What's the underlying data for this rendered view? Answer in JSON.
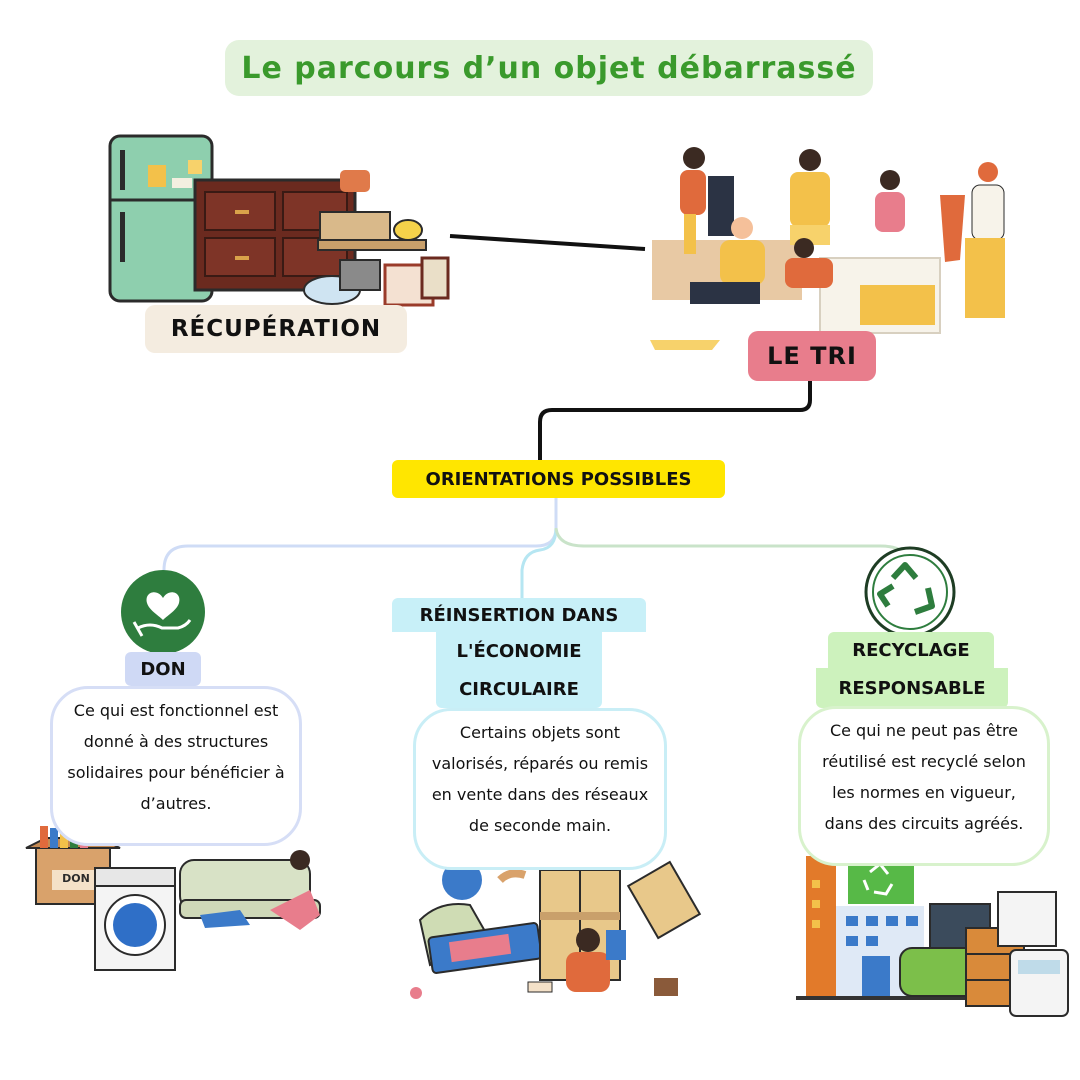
{
  "title": "Le parcours d’un objet débarrassé",
  "nodes": {
    "recuperation": "RÉCUPÉRATION",
    "tri": "LE TRI",
    "orientations": "ORIENTATIONS POSSIBLES"
  },
  "branches": {
    "don": {
      "label": "DON",
      "text": "Ce qui est fonctionnel est donné à des structures solidaires pour bénéficier à d’autres.",
      "box_label": "DON"
    },
    "reinsertion": {
      "label_lines": [
        "RÉINSERTION DANS",
        "L'ÉCONOMIE",
        "CIRCULAIRE"
      ],
      "text": "Certains objets sont valorisés, réparés ou remis en vente dans des réseaux de seconde main."
    },
    "recyclage": {
      "label_lines": [
        "RECYCLAGE",
        "RESPONSABLE"
      ],
      "text": "Ce qui ne peut pas être réutilisé est recyclé selon les normes en vigueur, dans des circuits agréés."
    }
  },
  "colors": {
    "title_green": "#3a9a2c",
    "title_bg": "#e3f2dc",
    "recuperation_bg": "#f4ece0",
    "tri_bg": "#e87d8c",
    "orientations_bg": "#ffe600",
    "don_bg": "#cfd9f5",
    "reinsertion_bg": "#c8f0f8",
    "recyclage_bg": "#cdf2bd",
    "don_icon": "#2e7d3e"
  },
  "icons": [
    "heart-hand-icon",
    "recycle-icon",
    "recycle-bin-icon",
    "hanger-icon"
  ]
}
